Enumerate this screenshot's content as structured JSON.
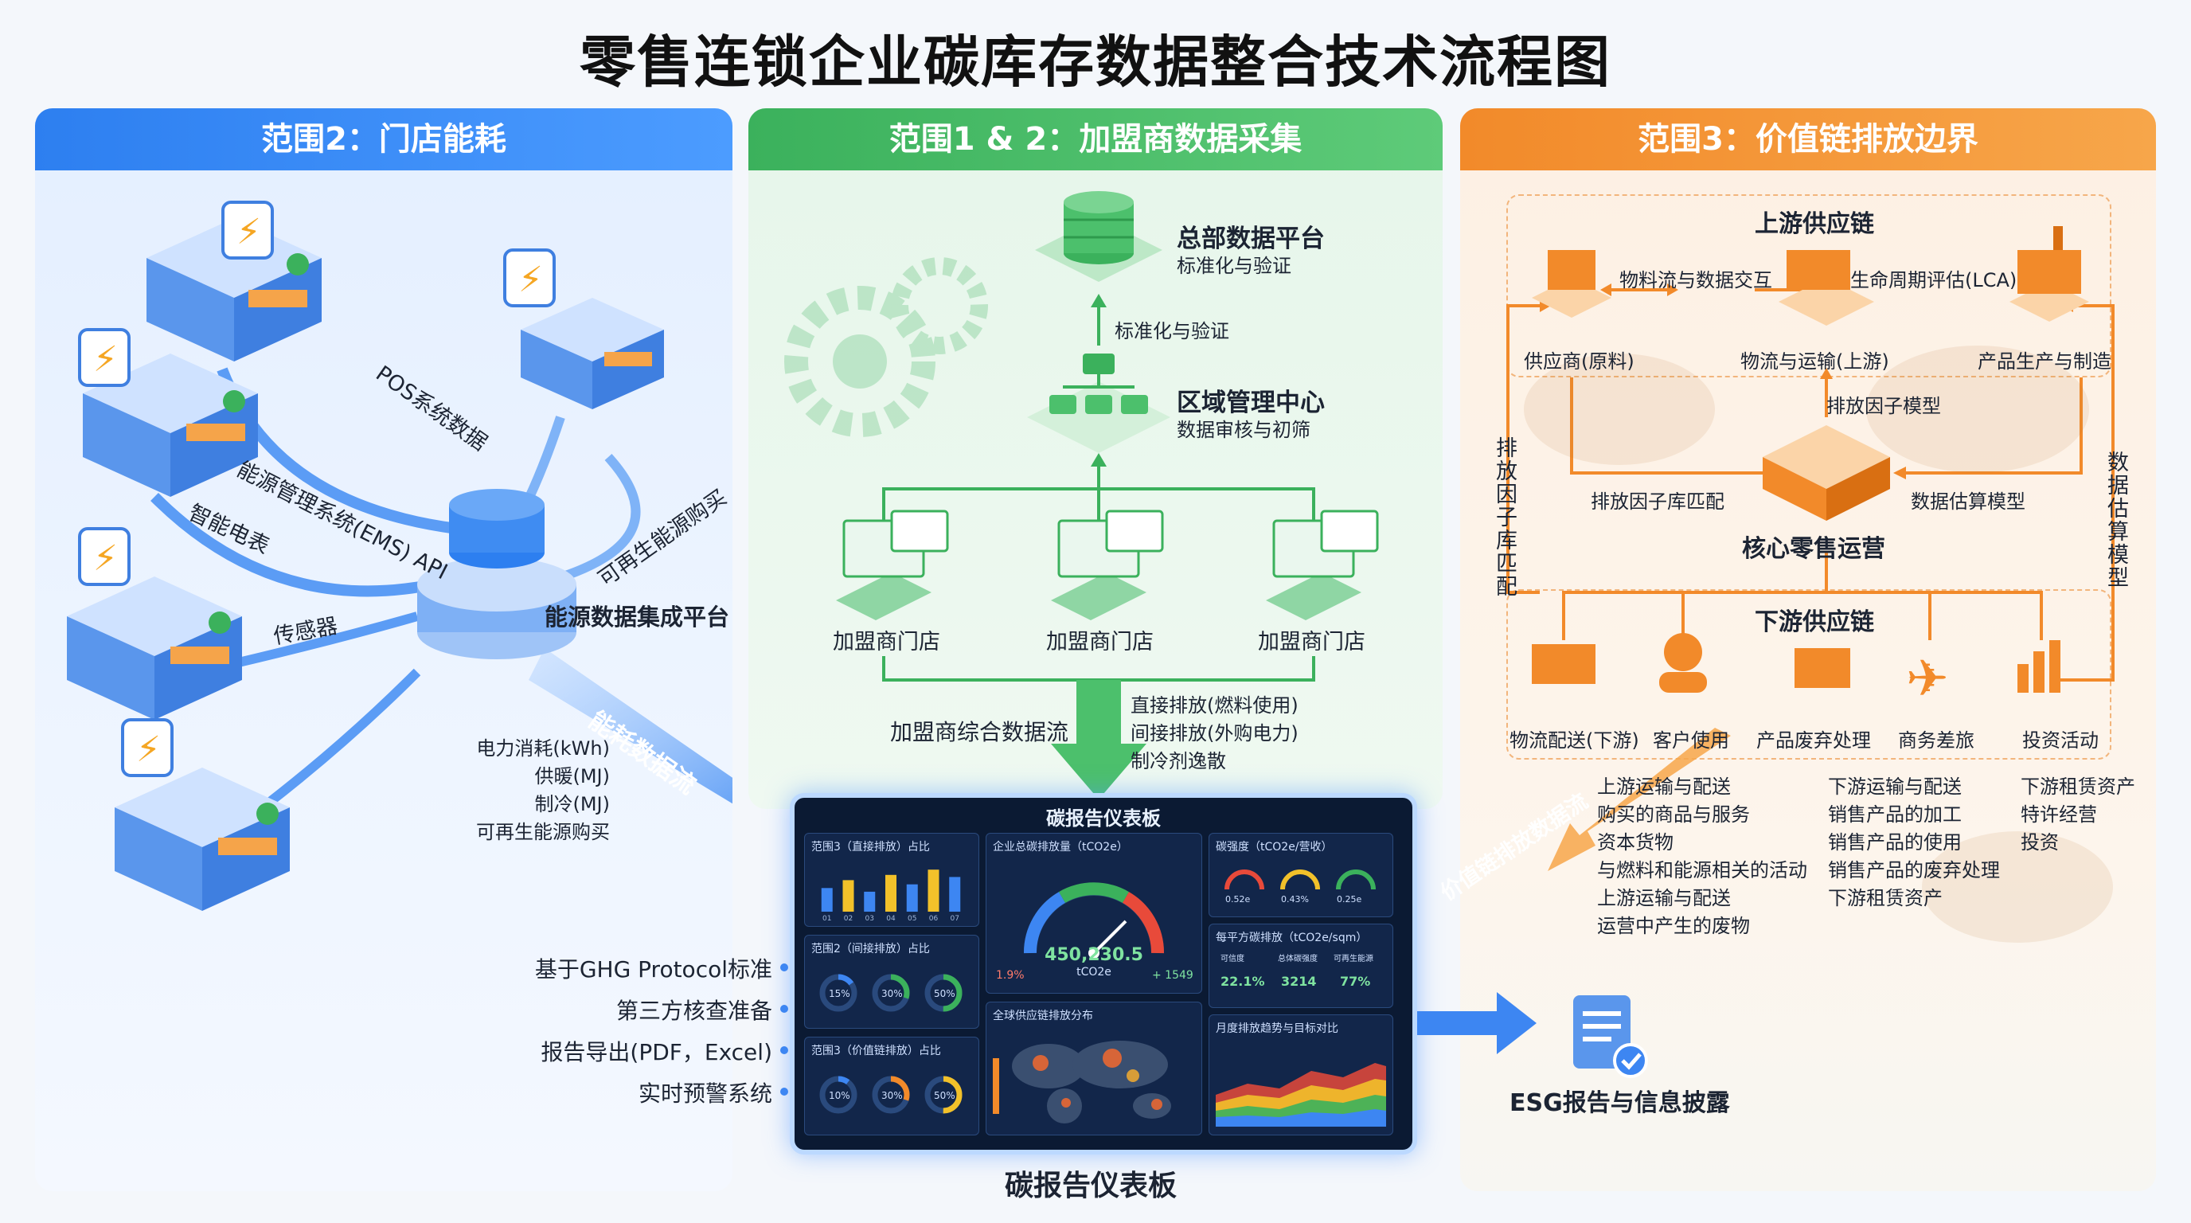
{
  "title": "零售连锁企业碳库存数据整合技术流程图",
  "colors": {
    "blue": "#2d7ff0",
    "green": "#3bb15c",
    "orange": "#f28a2a",
    "navy": "#0b1a33"
  },
  "scope2": {
    "header": "范围2：门店能耗",
    "inputs": [
      "POS系统数据",
      "能源管理系统(EMS) API",
      "智能电表",
      "传感器",
      "可再生能源购买"
    ],
    "platform": "能源数据集成平台",
    "flow_label": "能耗数据流",
    "metrics": [
      "电力消耗(kWh)",
      "供暖(MJ)",
      "制冷(MJ)",
      "可再生能源购买"
    ]
  },
  "scope12": {
    "header": "范围1 & 2：加盟商数据采集",
    "hq_title": "总部数据平台",
    "hq_sub": "标准化与验证",
    "arrow_label": "标准化与验证",
    "region_title": "区域管理中心",
    "region_sub": "数据审核与初筛",
    "stores": [
      "加盟商门店",
      "加盟商门店",
      "加盟商门店"
    ],
    "flow_label": "加盟商综合数据流",
    "emissions": [
      "直接排放(燃料使用)",
      "间接排放(外购电力)",
      "制冷剂逸散"
    ]
  },
  "scope3": {
    "header": "范围3：价值链排放边界",
    "upstream_title": "上游供应链",
    "upstream_nodes": [
      "供应商(原料)",
      "物流与运输(上游)",
      "产品生产与制造"
    ],
    "upstream_links": [
      "物料流与数据交互",
      "生命周期评估(LCA)"
    ],
    "factor_model": "排放因子模型",
    "factor_match": "排放因子库匹配",
    "estimate_model": "数据估算模型",
    "core": "核心零售运营",
    "left_vertical": "排放因子库匹配",
    "right_vertical": "数据估算模型",
    "downstream_title": "下游供应链",
    "downstream_nodes": [
      "物流配送(下游)",
      "客户使用",
      "产品废弃处理",
      "商务差旅",
      "投资活动"
    ],
    "list_col1": [
      "上游运输与配送",
      "购买的商品与服务",
      "资本货物",
      "与燃料和能源相关的活动",
      "上游运输与配送",
      "运营中产生的废物"
    ],
    "list_col2": [
      "下游运输与配送",
      "销售产品的加工",
      "销售产品的使用",
      "销售产品的废弃处理",
      "下游租赁资产"
    ],
    "list_col3": [
      "下游租赁资产",
      "特许经营",
      "投资"
    ],
    "flow_label": "价值链排放数据流"
  },
  "dashboard": {
    "title": "碳报告仪表板",
    "caption": "碳报告仪表板",
    "card_scope3": "范围3（直接排放）占比",
    "card_gauge": "企业总碳排放量（tCO2e）",
    "gauge_value": "450,230.5",
    "gauge_unit": "tCO2e",
    "gauge_left": "1.9%",
    "gauge_right": "+ 1549",
    "card_intensity": "碳强度（tCO2e/营收）",
    "intensity_vals": [
      "0.52e",
      "0.43%",
      "0.25e"
    ],
    "card_sqm": "每平方碳排放（tCO2e/sqm）",
    "sqm_cols": [
      "可信度",
      "总体碳强度",
      "可再生能源"
    ],
    "sqm_vals": [
      "22.1%",
      "3214",
      "77%"
    ],
    "card_scope2": "范围2（间接排放）占比",
    "scope2_pcts": [
      "15%",
      "30%",
      "50%"
    ],
    "card_map": "全球供应链排放分布",
    "card_trend": "月度排放趋势与目标对比",
    "card_scope3b": "范围3（价值链排放）占比",
    "scope3_pcts": [
      "10%",
      "30%",
      "50%"
    ],
    "features": [
      "基于GHG Protocol标准",
      "第三方核查准备",
      "报告导出(PDF，Excel)",
      "实时预警系统"
    ]
  },
  "esg": {
    "label": "ESG报告与信息披露"
  },
  "chart_data": {
    "type": "bar",
    "categories": [
      "01",
      "02",
      "03",
      "04",
      "05",
      "06",
      "07"
    ],
    "values": [
      45,
      60,
      38,
      70,
      52,
      80,
      66
    ]
  }
}
